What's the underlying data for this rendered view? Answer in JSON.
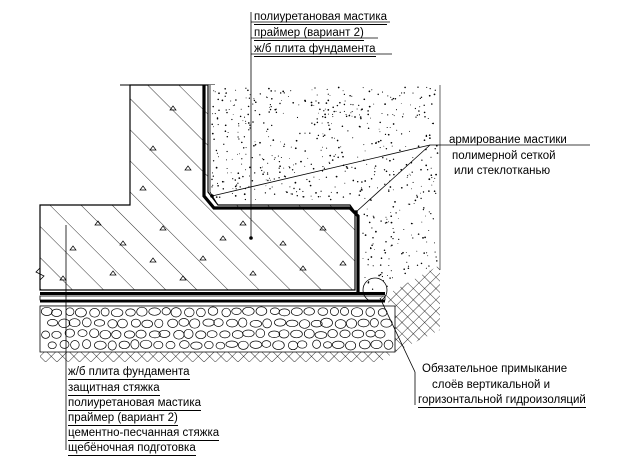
{
  "top_callout": {
    "lines": [
      "полиуретановая мастика",
      "праймер (вариант 2)",
      "ж/б плита фундамента"
    ]
  },
  "right_callout": {
    "lines": [
      "армирование мастики",
      "полимерной сеткой",
      "или стеклотканью"
    ]
  },
  "bottom_right_callout": {
    "lines": [
      "Обязательное примыкание",
      "слоёв вертикальной и",
      "горизонтальной гидроизоляций"
    ]
  },
  "bottom_left_callout": {
    "lines": [
      "ж/б плита фундамента",
      "защитная стяжка",
      "полиуретановая мастика",
      "праймер (вариант 2)",
      "цементно-песчанная стяжка",
      "щебёночная подготовка"
    ]
  },
  "colors": {
    "line": "#000000",
    "background": "#ffffff"
  }
}
